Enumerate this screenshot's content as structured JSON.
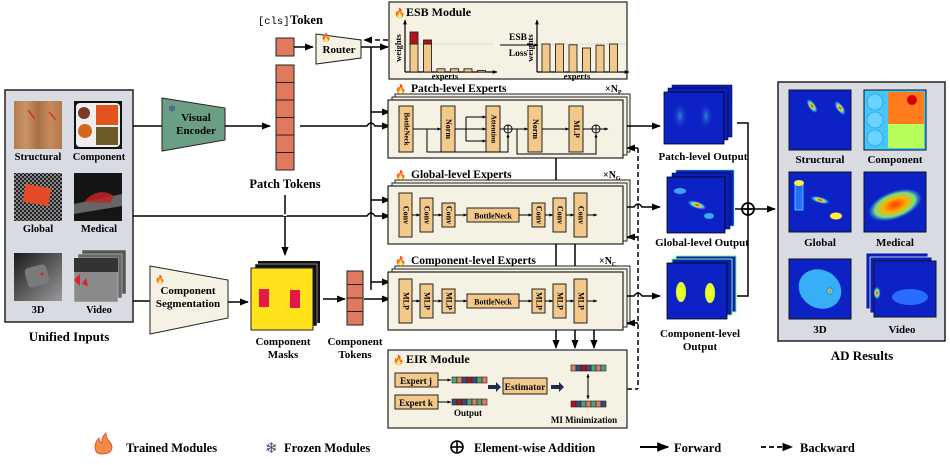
{
  "inputs": {
    "title": "Unified Inputs",
    "items": [
      "Structural",
      "Component",
      "Global",
      "Medical",
      "3D",
      "Video"
    ]
  },
  "visual_encoder": {
    "label_line1": "Visual",
    "label_line2": "Encoder",
    "status": "frozen"
  },
  "cls_token": {
    "prefix": "[cls]",
    "label": "Token"
  },
  "router": {
    "label": "Router",
    "status": "trained"
  },
  "patch_tokens": {
    "label": "Patch Tokens",
    "count": 6
  },
  "component_segmentation": {
    "label_line1": "Component",
    "label_line2": "Segmentation",
    "status": "trained"
  },
  "component_masks": {
    "label_line1": "Component",
    "label_line2": "Masks"
  },
  "component_tokens": {
    "label_line1": "Component",
    "label_line2": "Tokens",
    "count": 4
  },
  "esb_module": {
    "title": "ESB Module",
    "ylabel": "weights",
    "xlabel": "experts",
    "arrow_label_line1": "ESB",
    "arrow_label_line2": "Loss",
    "before_weights": [
      1.0,
      0.85,
      0.08,
      0.08,
      0.08,
      0.04
    ],
    "before_excess": [
      0.3,
      0.1,
      0,
      0,
      0,
      0
    ],
    "after_weights": [
      0.7,
      0.7,
      0.68,
      0.6,
      0.67,
      0.74
    ],
    "threshold": 0.7
  },
  "patch_experts": {
    "title": "Patch-level Experts",
    "repeat": "×N",
    "repeat_sub": "P",
    "blocks": [
      "BottleNeck",
      "Norm",
      "Attention",
      "Norm",
      "MLP"
    ]
  },
  "global_experts": {
    "title": "Global-level Experts",
    "repeat": "×N",
    "repeat_sub": "G",
    "blocks": [
      "Conv",
      "Conv",
      "Conv",
      "BottleNeck",
      "Conv",
      "Conv",
      "Conv"
    ]
  },
  "component_experts": {
    "title": "Component-level Experts",
    "repeat": "×N",
    "repeat_sub": "C",
    "blocks": [
      "MLP",
      "MLP",
      "MLP",
      "BottleNeck",
      "MLP",
      "MLP",
      "MLP"
    ]
  },
  "eir_module": {
    "title": "EIR Module",
    "expert_j": "Expert j",
    "expert_k": "Expert k",
    "output_label": "Output",
    "estimator": "Estimator",
    "mi_label": "MI Minimization"
  },
  "outputs": {
    "patch": "Patch-level Output",
    "global": "Global-level Output",
    "component_line1": "Component-level",
    "component_line2": "Output"
  },
  "results": {
    "title": "AD Results",
    "items": [
      "Structural",
      "Component",
      "Global",
      "Medical",
      "3D",
      "Video"
    ]
  },
  "legend": {
    "trained": "Trained Modules",
    "frozen": "Frozen Modules",
    "addition": "Element-wise Addition",
    "forward": "Forward",
    "backward": "Backward"
  },
  "colors": {
    "token": "#e07a5f",
    "encoder": "#6a9f86",
    "module_bg": "#f5f1e3",
    "block": "#f3c98b",
    "panel": "#d9dbe3",
    "heat_bg": "#0a1fb8",
    "mask_yellow": "#ffe21a",
    "mask_red": "#e3184a"
  }
}
